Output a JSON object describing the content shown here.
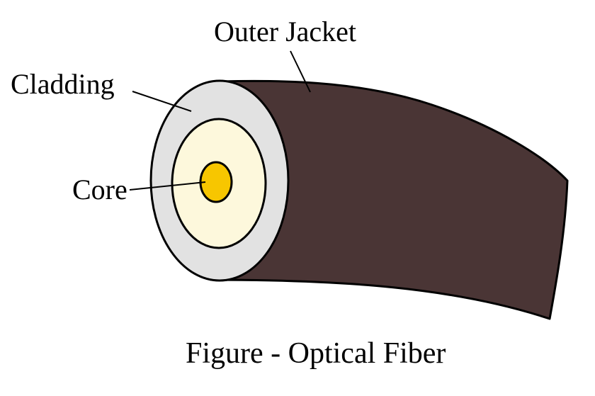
{
  "labels": {
    "outer_jacket": "Outer Jacket",
    "cladding": "Cladding",
    "core": "Core"
  },
  "caption": "Figure - Optical Fiber",
  "colors": {
    "jacket": "#4a3535",
    "cladding": "#e2e2e2",
    "inner_layer": "#fdf8dc",
    "core": "#f7c600",
    "outline": "#000000",
    "background": "#ffffff"
  }
}
